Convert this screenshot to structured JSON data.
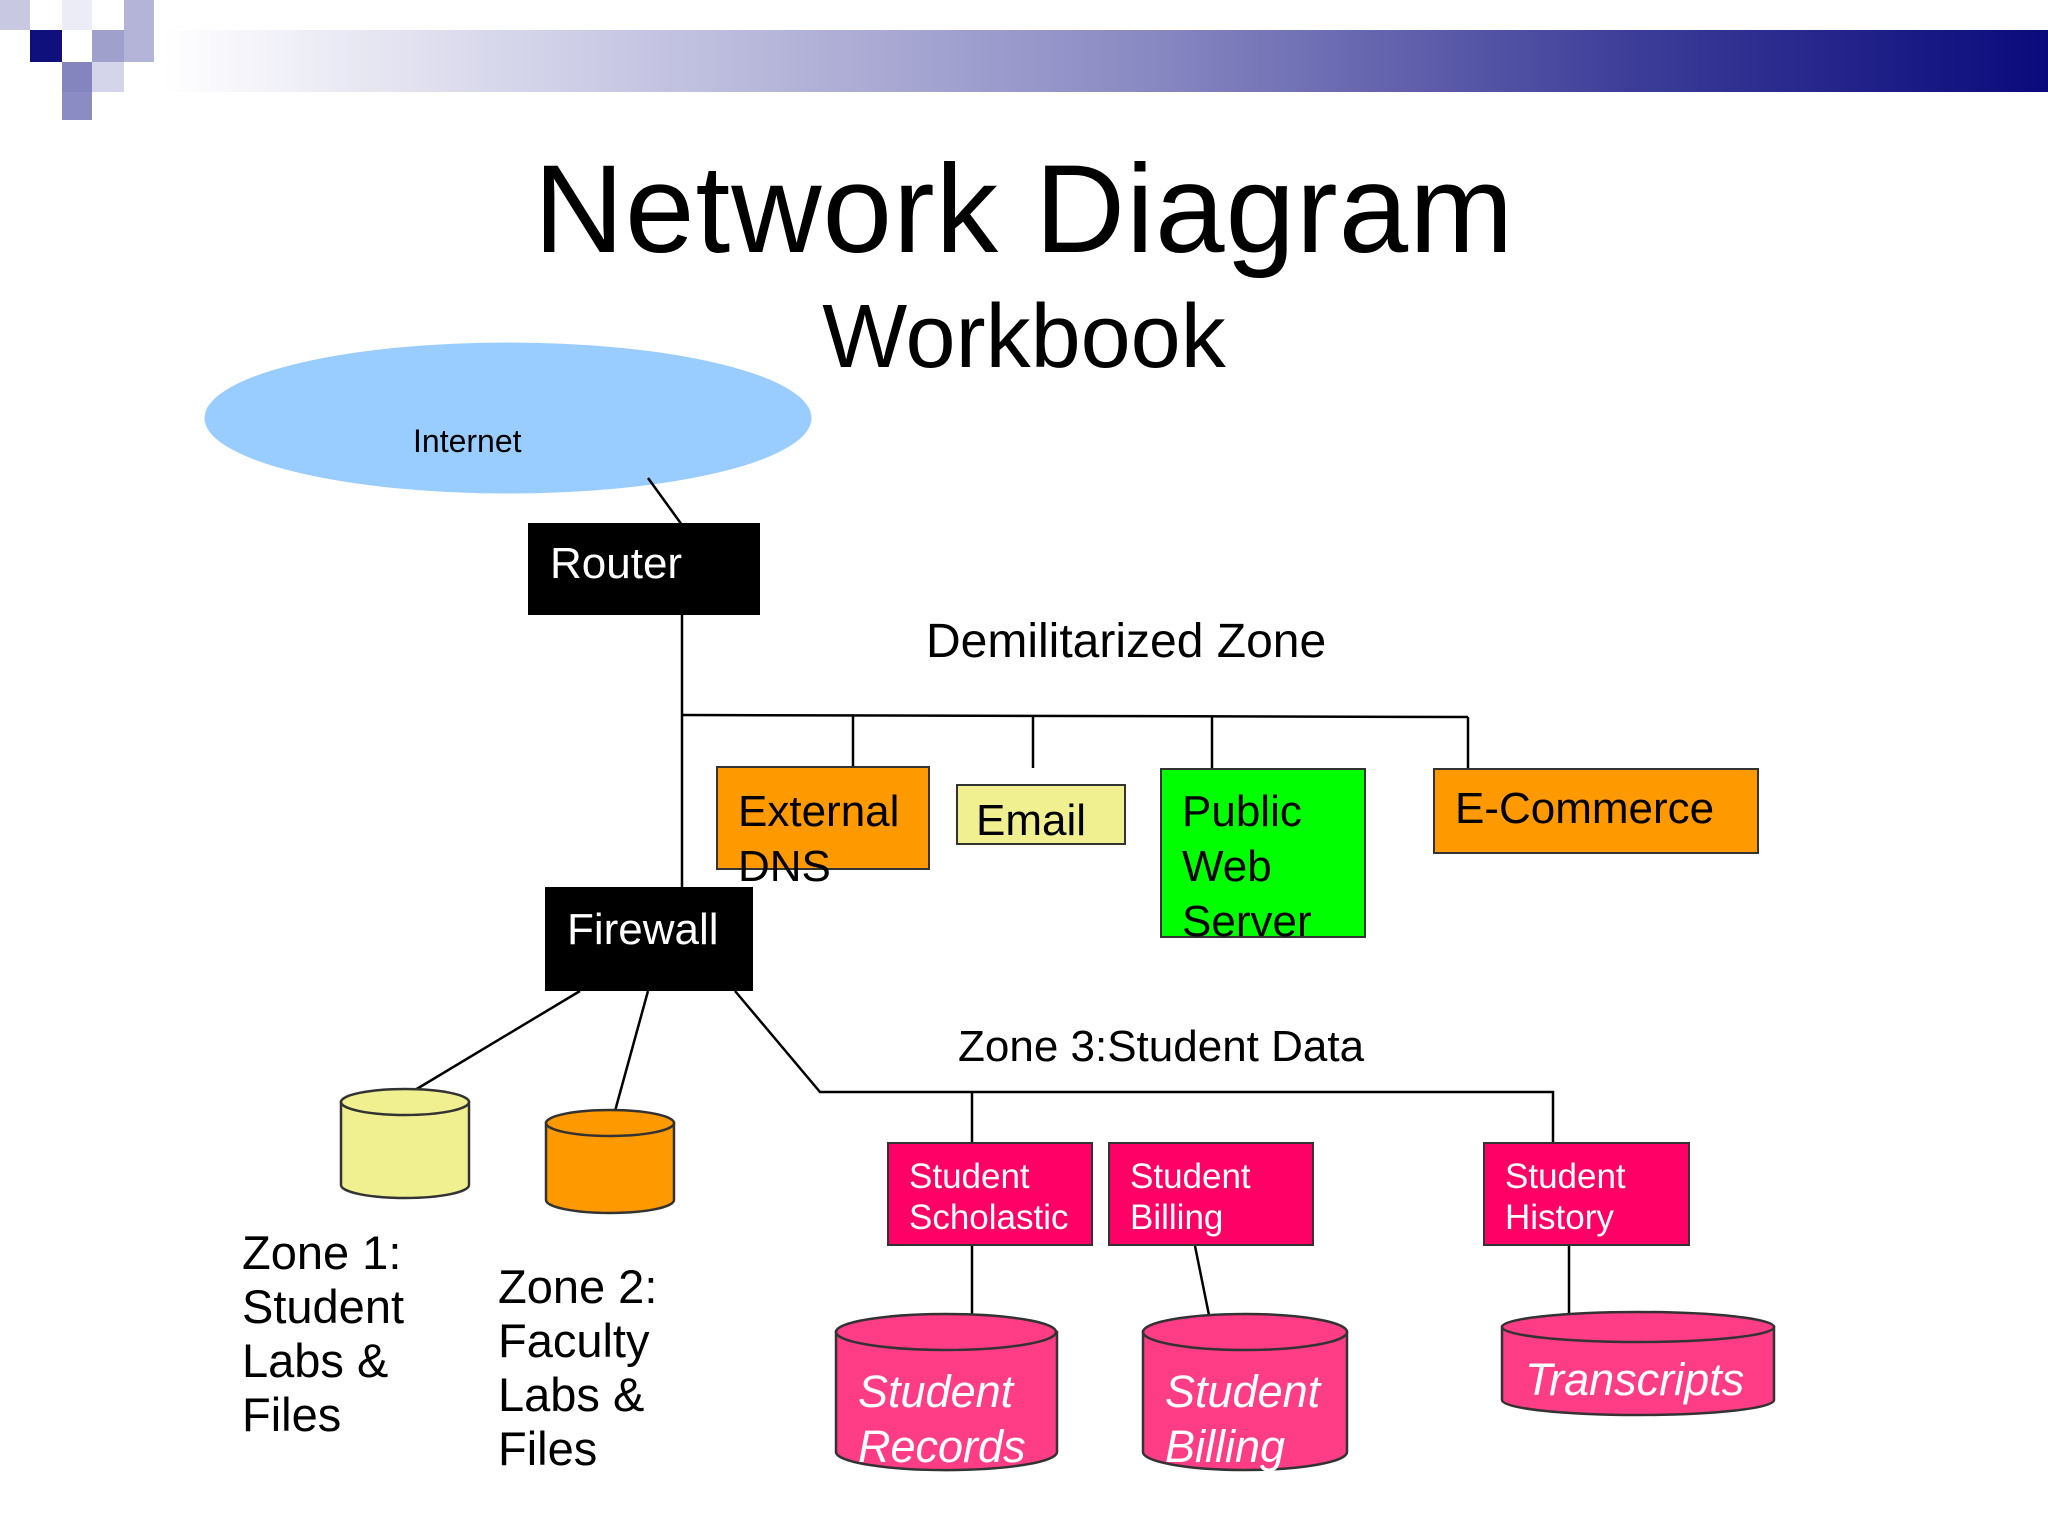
{
  "slide": {
    "title": "Network Diagram",
    "subtitle": "Workbook"
  },
  "nodes": {
    "internet": "Internet",
    "router": "Router",
    "dmz_label": "Demilitarized Zone",
    "firewall": "Firewall",
    "external_dns": "External DNS",
    "email": "Email",
    "public_web_server": "Public Web Server",
    "ecommerce": "E-Commerce",
    "zone3_label": "Zone 3:Student Data",
    "student_scholastic": "Student Scholastic",
    "student_billing_server": "Student Billing",
    "student_history": "Student History",
    "zone1_label": "Zone 1: Student Labs & Files",
    "zone2_label": "Zone 2: Faculty Labs & Files",
    "db_student_records": "Student Records",
    "db_student_billing": "Student Billing",
    "db_transcripts": "Transcripts"
  },
  "colors": {
    "internet": "#99ccff",
    "orange": "#ff9900",
    "light_yellow": "#f0f090",
    "green": "#00ff00",
    "magenta": "#ff0066",
    "db_pink": "#ff3d87",
    "black": "#000000",
    "banner_dark": "#0a0a7c"
  }
}
